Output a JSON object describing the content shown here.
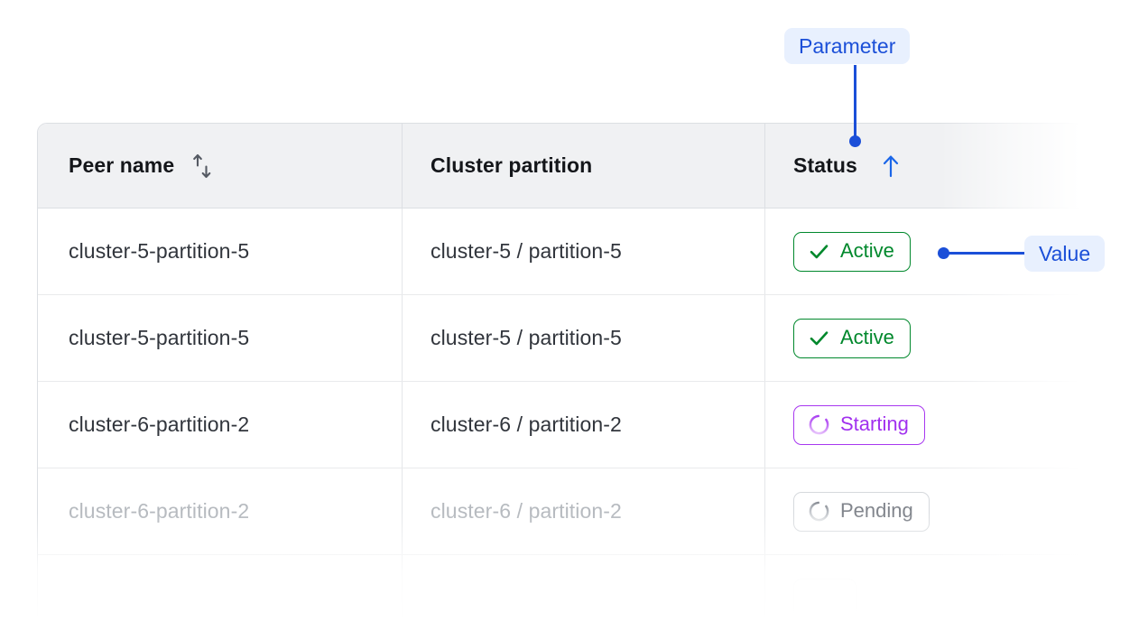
{
  "table": {
    "columns": [
      {
        "label": "Peer name",
        "sort_icon": "sort-updown-icon",
        "sort_state": "unsorted"
      },
      {
        "label": "Cluster partition",
        "sort_icon": null,
        "sort_state": "none"
      },
      {
        "label": "Status",
        "sort_icon": "arrow-up-icon",
        "sort_state": "ascending"
      }
    ],
    "rows": [
      {
        "peer_name": "cluster-5-partition-5",
        "cluster_partition": "cluster-5 / partition-5",
        "status": {
          "label": "Active",
          "icon": "check-icon",
          "tone": "active"
        },
        "dim": "none"
      },
      {
        "peer_name": "cluster-5-partition-5",
        "cluster_partition": "cluster-5 / partition-5",
        "status": {
          "label": "Active",
          "icon": "check-icon",
          "tone": "active"
        },
        "dim": "none"
      },
      {
        "peer_name": "cluster-6-partition-2",
        "cluster_partition": "cluster-6 / partition-2",
        "status": {
          "label": "Starting",
          "icon": "spinner-icon",
          "tone": "starting"
        },
        "dim": "none"
      },
      {
        "peer_name": "cluster-6-partition-2",
        "cluster_partition": "cluster-6 / partition-2",
        "status": {
          "label": "Pending",
          "icon": "spinner-icon",
          "tone": "pending"
        },
        "dim": "muted"
      },
      {
        "peer_name": "",
        "cluster_partition": "",
        "status": {
          "label": "",
          "icon": "spinner-icon",
          "tone": "ghost"
        },
        "dim": "ghost"
      }
    ]
  },
  "annotations": {
    "parameter": {
      "label": "Parameter",
      "points_to": "status-column-header"
    },
    "value": {
      "label": "Value",
      "points_to": "status-pill-row-1"
    }
  },
  "colors": {
    "annotation_text": "#1b4fd8",
    "annotation_bg": "#e8f0fe",
    "active": "#00882c",
    "starting": "#a130ef",
    "pending": "#81858c",
    "header_bg": "#f0f1f3",
    "border": "#dcdfe3",
    "text": "#31353c",
    "text_muted": "#b6babf"
  }
}
